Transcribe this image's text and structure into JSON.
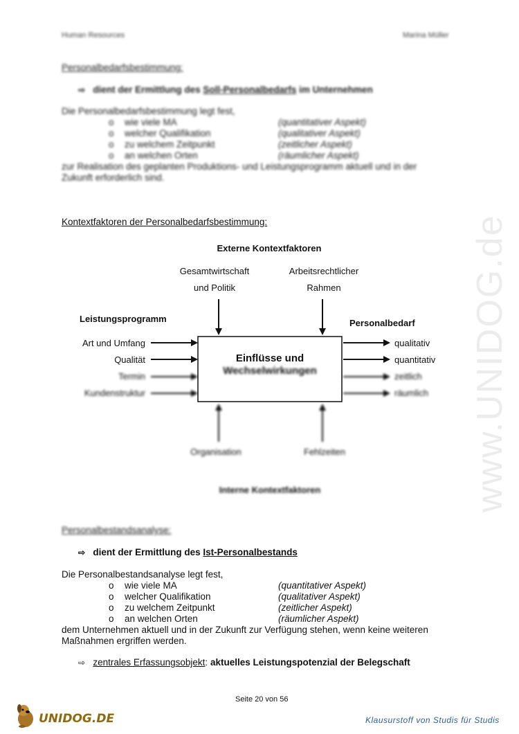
{
  "header": {
    "left": "Human Resources",
    "right": "Marina Müller"
  },
  "section1": {
    "title": "Personalbedarfsbestimmung:",
    "arrow": {
      "prefix": "dient der Ermittlung des",
      "link": "Soll-Personalbedarfs",
      "suffix": "im Unternehmen"
    },
    "intro": "Die Personalbedarfsbestimmung legt fest,",
    "items": [
      {
        "text": "wie viele MA",
        "aspect": "(quantitativer Aspekt)"
      },
      {
        "text": "welcher Qualifikation",
        "aspect": "(qualitativer Aspekt)"
      },
      {
        "text": "zu welchem Zeitpunkt",
        "aspect": "(zeitlicher Aspekt)"
      },
      {
        "text": "an welchen Orten",
        "aspect": "(räumlicher Aspekt)"
      }
    ],
    "outro1": "zur Realisation des geplanten Produktions- und Leistungsprogramm aktuell und in der",
    "outro2": "Zukunft erforderlich sind."
  },
  "section2": {
    "title": "Kontextfaktoren der Personalbedarfsbestimmung:"
  },
  "diagram": {
    "top_title": "Externe Kontextfaktoren",
    "top_left": [
      "Gesamtwirtschaft",
      "und Politik"
    ],
    "top_right": [
      "Arbeitsrechtlicher",
      "Rahmen"
    ],
    "left_title": "Leistungsprogramm",
    "left_items": [
      "Art und Umfang",
      "Qualität",
      "Termin",
      "Kundenstruktur"
    ],
    "right_title": "Personalbedarf",
    "right_items": [
      "qualitativ",
      "quantitativ",
      "zeitlich",
      "räumlich"
    ],
    "center": [
      "Einflüsse und",
      "Wechselwirkungen"
    ],
    "bottom_left": "Organisation",
    "bottom_right": "Fehlzeiten",
    "bottom_title": "Interne Kontextfaktoren"
  },
  "section3": {
    "title": "Personalbestandsanalyse:",
    "arrow": {
      "prefix": "dient der Ermittlung des",
      "link": "Ist-Personalbestands"
    },
    "intro": "Die Personalbestandsanalyse legt fest,",
    "items": [
      {
        "text": "wie viele MA",
        "aspect": "(quantitativer Aspekt)"
      },
      {
        "text": "welcher Qualifikation",
        "aspect": "(qualitativer Aspekt)"
      },
      {
        "text": "zu welchem Zeitpunkt",
        "aspect": "(zeitlicher Aspekt)"
      },
      {
        "text": "an welchen Orten",
        "aspect": "(räumlicher Aspekt)"
      }
    ],
    "outro1": "dem Unternehmen aktuell und in der Zukunft zur Verfügung stehen, wenn keine weiteren",
    "outro2": "Maßnahmen ergriffen werden.",
    "arrow2": {
      "link": "zentrales Erfassungsobjekt",
      "bold": "aktuelles Leistungspotenzial der Belegschaft"
    }
  },
  "page_number": "Seite 20 von 56",
  "watermark": "www.UNIDOG.de",
  "footer": {
    "brand": "UNIDOG.DE",
    "slogan": "Klausurstoff von Studis für Studis"
  },
  "icons": {
    "arrow": "hollow-right-arrow-icon",
    "bullet": "circle-bullet-icon",
    "logo": "dog-logo-icon"
  }
}
